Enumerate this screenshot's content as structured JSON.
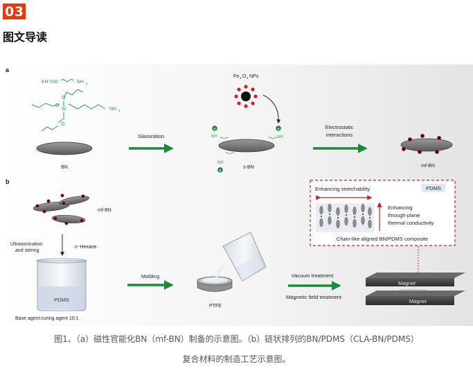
{
  "header": {
    "number": "03",
    "title": "图文导读"
  },
  "panel_a": {
    "label": "a",
    "kh550": "KH-550",
    "si": "Si",
    "o": "O",
    "nh2": "NH",
    "sub2": "2",
    "bn": "BN",
    "silanization": "Silanization",
    "fe3o4_pre": "Fe",
    "fe3o4_sub3": "3",
    "fe3o4_mid": "O",
    "fe3o4_sub4": "4",
    "fe3o4_post": " NPs",
    "sbn": "s-BN",
    "electrostatic_line1": "Electrostatic",
    "electrostatic_line2": "interactions",
    "mfbn": "mf-BN"
  },
  "panel_b": {
    "label": "b",
    "mfbn": "mf-BN",
    "ultrasonication_line1": "Ultrasonication",
    "ultrasonication_line2": "and stirring",
    "hexane_italic": "n",
    "hexane_rest": "-Hexane",
    "pdms_beaker": "PDMS",
    "base_agent": "Base agent:curing agent 10:1",
    "molding": "Molding",
    "ptfe": "PTFE",
    "vacuum": "Vacuum treatment",
    "magnetic": "Magnetic field treatment",
    "stretch": "Enhancing stretchability",
    "pdms_box": "PDMS",
    "through_line1": "Enhancing",
    "through_line2": "through-plane",
    "through_line3": "thermal conductivity",
    "chain": "Chain-like aligned BN/PDMS composite",
    "magnet_top": "Magnet",
    "magnet_bottom": "Magnet"
  },
  "caption": {
    "line1": "图1、（a）磁性官能化BN（mf-BN）制备的示意图。（b）链状排列的BN/PDMS（CLA-BN/PDMS）",
    "line2": "复合材料的制造工艺示意图。"
  },
  "colors": {
    "accent_red": "#e8380d",
    "arrow_green": "#1a8a3c",
    "molecule_green": "#2f9e57",
    "dashed_red": "#d0202a",
    "figure_bg": "#efefef"
  }
}
